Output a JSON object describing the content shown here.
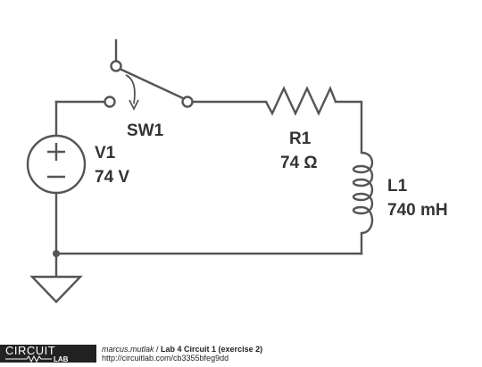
{
  "components": {
    "source": {
      "name": "V1",
      "value": "74 V"
    },
    "switch": {
      "name": "SW1"
    },
    "resistor": {
      "name": "R1",
      "value": "74 Ω"
    },
    "inductor": {
      "name": "L1",
      "value": "740 mH"
    }
  },
  "footer": {
    "brand_top": "CIRCUIT",
    "brand_bottom": "LAB",
    "author": "marcus.mutlak",
    "separator": " / ",
    "title": "Lab 4 Circuit 1 (exercise 2)",
    "url": "http://circuitlab.com/cb3355bfeg9dd"
  },
  "colors": {
    "wire": "#555555",
    "label": "#333333",
    "brand_bg": "#222222"
  }
}
